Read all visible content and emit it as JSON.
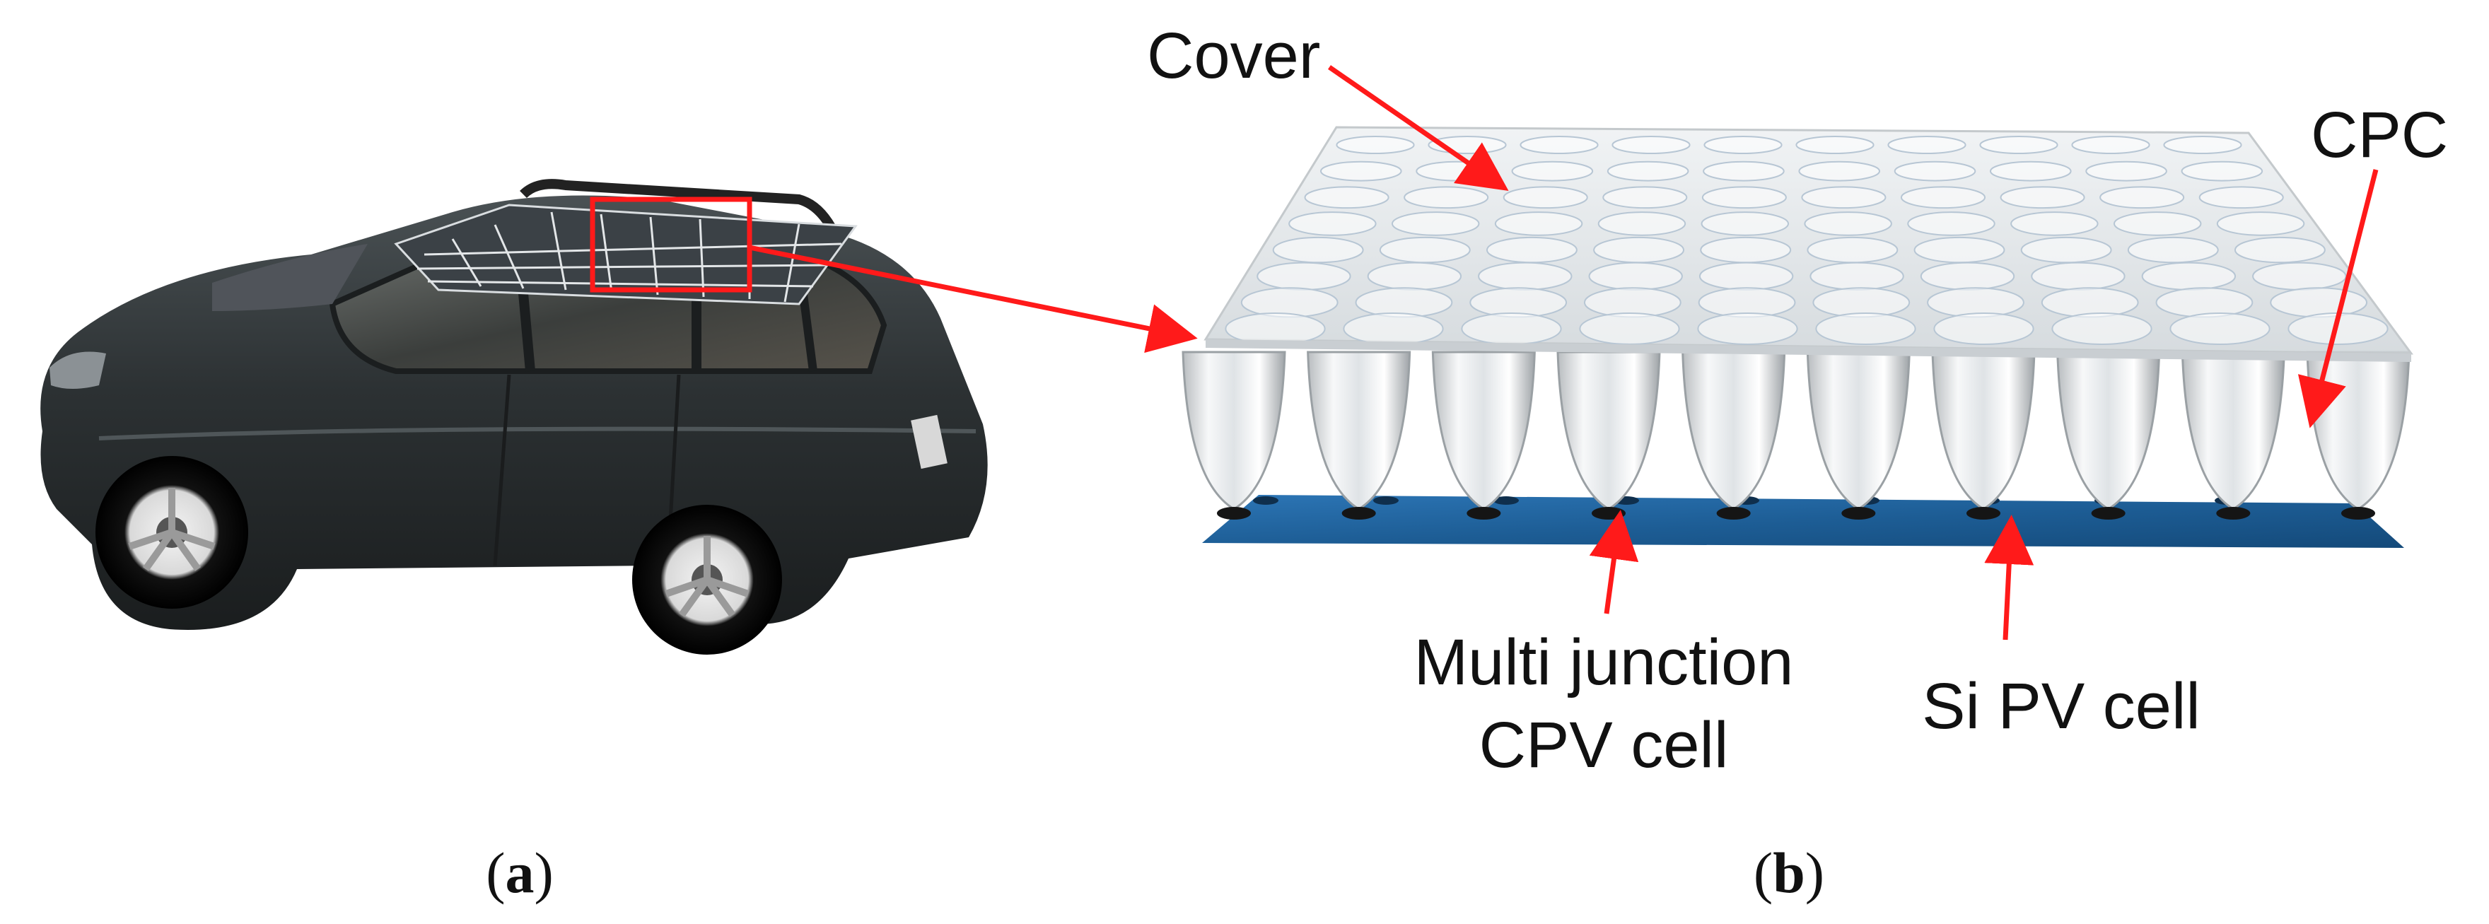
{
  "labels": {
    "cover": "Cover",
    "cpc": "CPC",
    "mj_line1": "Multi junction",
    "mj_line2": "CPV cell",
    "si": "Si PV cell"
  },
  "captions": {
    "a_open": "(",
    "a_letter": "a",
    "a_close": ")",
    "b_open": "(",
    "b_letter": "b",
    "b_close": ")"
  },
  "colors": {
    "arrow": "#ff1a1a",
    "car_body": "#2c3133",
    "si_panel": "#1d5d95",
    "cover": "#dfe3e6"
  }
}
